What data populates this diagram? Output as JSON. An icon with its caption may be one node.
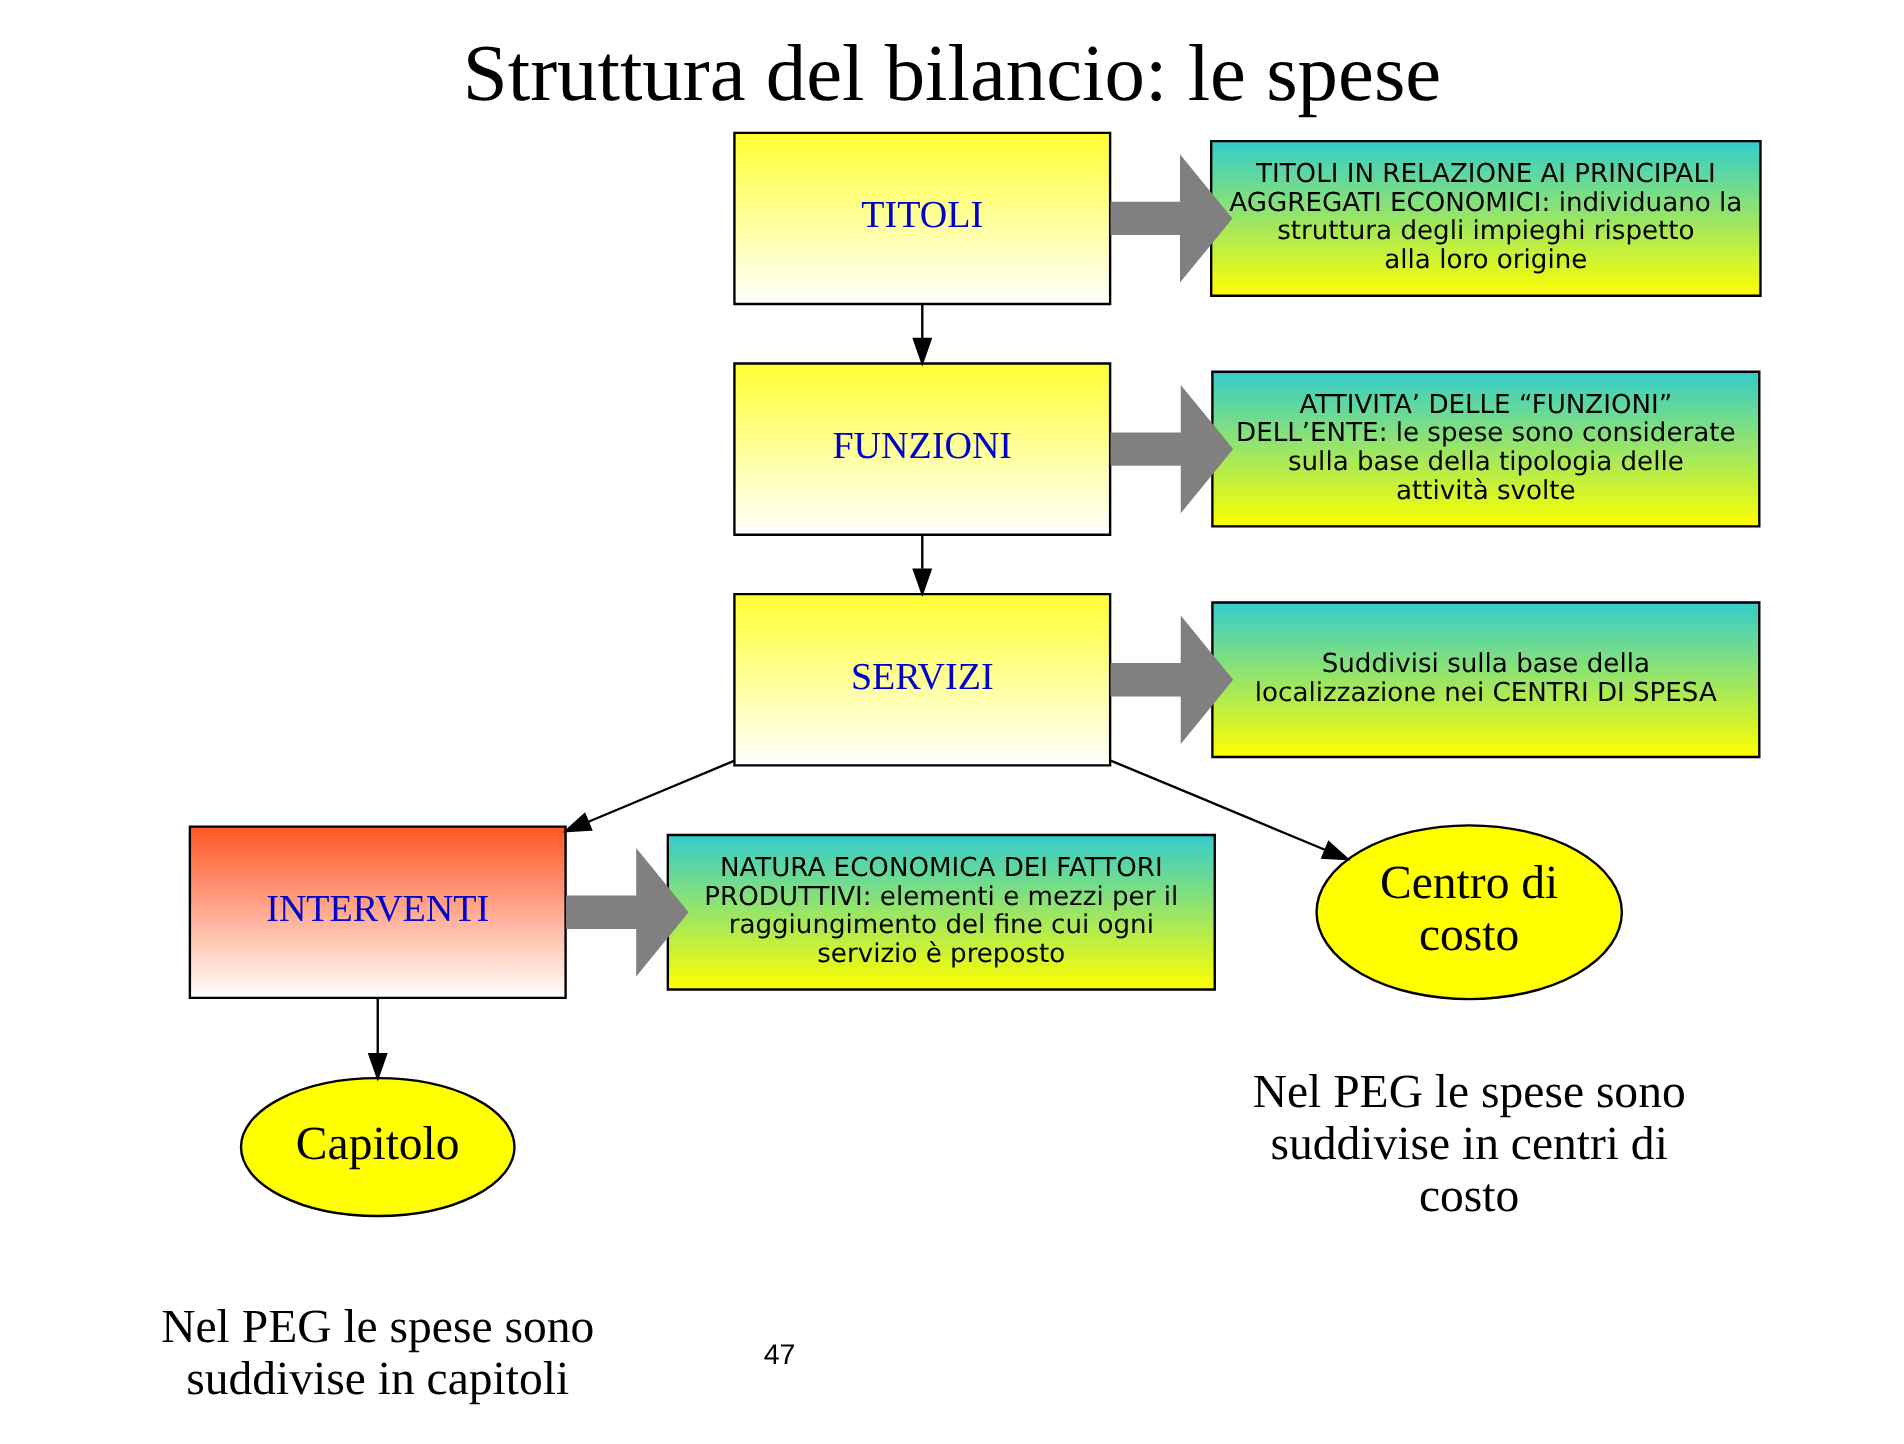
{
  "diagram": {
    "title": "Struttura del bilancio: le spese",
    "nodes": [
      {
        "text": [
          "TITOLI"
        ]
      },
      {
        "text": [
          "FUNZIONI"
        ]
      },
      {
        "text": [
          "SERVIZI"
        ]
      },
      {
        "text": [
          "INTERVENTI"
        ]
      },
      {
        "text": [
          "TITOLI IN RELAZIONE AI PRINCIPALI AGGREGATI ECONOMICI: individuano la struttura degli impieghi rispetto alla loro origine"
        ]
      },
      {
        "text": [
          "ATTIVITA’ DELLE “FUNZIONI” DELL’ENTE: le spese sono considerate sulla base della tipologia delle attività svolte"
        ]
      },
      {
        "text": [
          "Suddivisi sulla base della localizzazione nei CENTRI DI SPESA"
        ]
      },
      {
        "text": [
          "NATURA ECONOMICA DEI FATTORI PRODUTTIVI: elementi e mezzi per il raggiungimento del fine cui ogni servizio è preposto"
        ]
      },
      {
        "text": [
          "Centro di costo"
        ],
        "beside": [
          "Nel PEG le spese sono suddivise in centri di costo"
        ]
      },
      {
        "text": [
          "Capitolo"
        ],
        "beside": [
          "Nel PEG le spese sono suddivise in capitoli"
        ]
      }
    ],
    "edges": [
      {
        "from": 0,
        "to": 1,
        "arrow": "to"
      },
      {
        "from": 1,
        "to": 2,
        "arrow": "to"
      },
      {
        "from": 2,
        "to": 3,
        "arrow": "to"
      },
      {
        "from": 2,
        "to": 8,
        "arrow": "to"
      },
      {
        "from": 3,
        "to": 9,
        "arrow": "to"
      },
      {
        "from": 0,
        "to": 4,
        "arrow": "to",
        "style": "thick",
        "color": "#808080"
      },
      {
        "from": 1,
        "to": 5,
        "arrow": "to",
        "style": "thick",
        "color": "#808080"
      },
      {
        "from": 2,
        "to": 6,
        "arrow": "to",
        "style": "thick",
        "color": "#808080"
      },
      {
        "from": 3,
        "to": 7,
        "arrow": "to",
        "style": "thick",
        "color": "#808080"
      }
    ],
    "labels": [
      "47"
    ]
  }
}
